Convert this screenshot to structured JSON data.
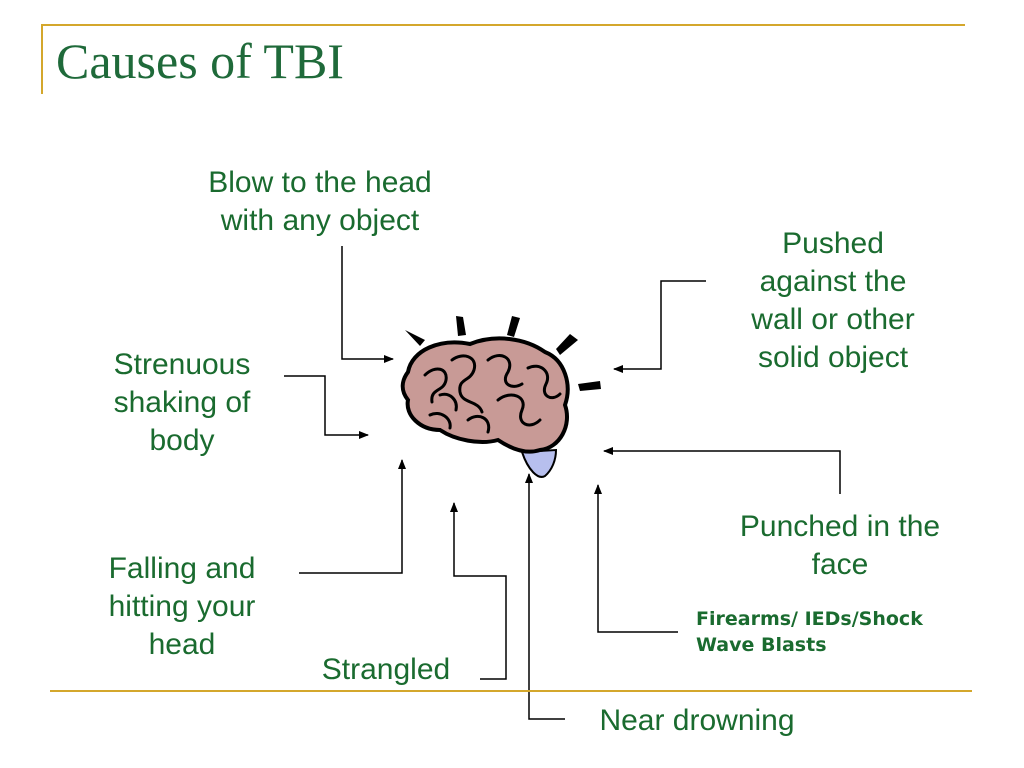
{
  "slide": {
    "title": "Causes of TBI"
  },
  "colors": {
    "accent_rule": "#d4a72c",
    "title_text": "#1f6a3a",
    "label_text": "#1a6b2f",
    "brain_fill": "#c89a96",
    "brainstem_fill": "#b7bfee"
  },
  "icons": {
    "center": "brain-icon"
  },
  "causes": {
    "blow": "Blow to the head\nwith any object",
    "pushed": "Pushed\nagainst the\nwall or other\nsolid object",
    "shaking": "Strenuous\nshaking of\nbody",
    "punched": "Punched in the\nface",
    "firearms": "Firearms/ IEDs/Shock\nWave Blasts",
    "falling": "Falling and\nhitting your\nhead",
    "strangled": "Strangled",
    "drowning": "Near drowning"
  }
}
